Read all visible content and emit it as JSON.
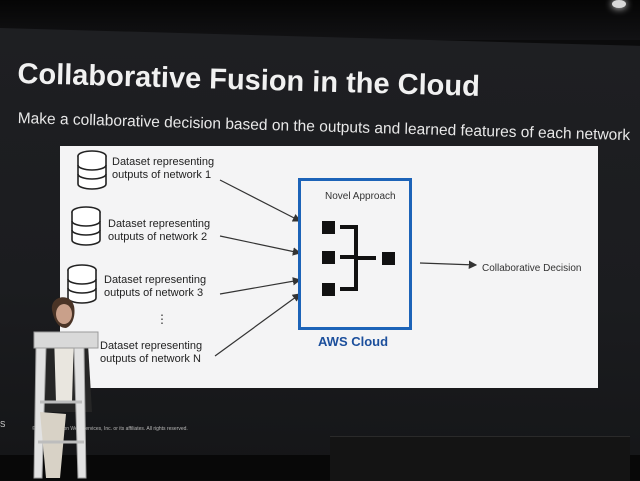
{
  "slide": {
    "title": "Collaborative Fusion in the Cloud",
    "subtitle": "Make a collaborative decision based on the outputs and learned features of each network",
    "datasets": [
      {
        "label": "Dataset representing\noutputs of network 1"
      },
      {
        "label": "Dataset representing\noutputs of network 2"
      },
      {
        "label": "Dataset representing\noutputs of network 3"
      },
      {
        "label": "Dataset representing\noutputs of network N"
      }
    ],
    "ellipsis": "⋮",
    "box_label": "Novel Approach",
    "cloud_label": "AWS Cloud",
    "output_label": "Collaborative Decision",
    "footer": "© 2024, Amazon Web Services, Inc. or its affiliates. All rights reserved.",
    "footer_mark": "S"
  },
  "icons": {
    "dataset": "database-icon",
    "node": "node-square-icon"
  },
  "colors": {
    "accent": "#1c63b8",
    "cloud_text": "#1c4f9c",
    "panel": "#f4f4f5",
    "screen": "#1e1f22"
  }
}
